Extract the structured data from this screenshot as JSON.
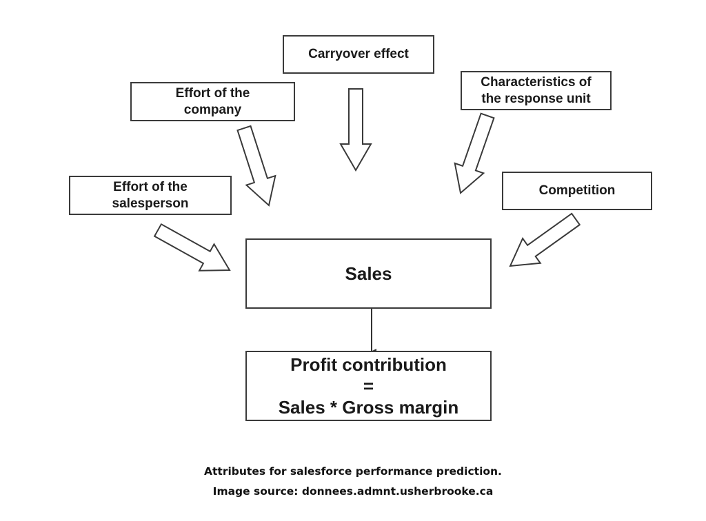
{
  "diagram": {
    "nodes": {
      "carryover": "Carryover effect",
      "effort_company": "Effort of the\ncompany",
      "characteristics": "Characteristics of\nthe response unit",
      "effort_salesperson": "Effort of the\nsalesperson",
      "competition": "Competition",
      "sales": "Sales",
      "profit": "Profit contribution\n=\nSales * Gross margin"
    },
    "edges": [
      {
        "from": "carryover",
        "to": "sales",
        "style": "block-arrow"
      },
      {
        "from": "effort_company",
        "to": "sales",
        "style": "block-arrow"
      },
      {
        "from": "characteristics",
        "to": "sales",
        "style": "block-arrow"
      },
      {
        "from": "effort_salesperson",
        "to": "sales",
        "style": "block-arrow"
      },
      {
        "from": "competition",
        "to": "sales",
        "style": "block-arrow"
      },
      {
        "from": "sales",
        "to": "profit",
        "style": "line-arrow"
      }
    ]
  },
  "caption": {
    "line1": "Attributes for salesforce performance prediction.",
    "line2": "Image source: donnees.admnt.usherbrooke.ca"
  }
}
